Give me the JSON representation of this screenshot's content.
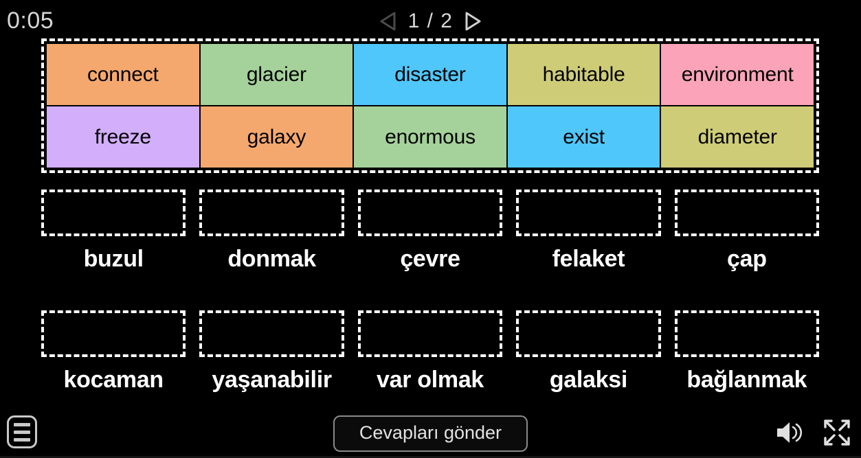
{
  "app": {
    "title": "Vocabulary matching activity",
    "background_color": "#000000"
  },
  "header": {
    "timer": "0:05",
    "pagination": {
      "current": 1,
      "total": 2,
      "display": "1 / 2",
      "prev_icon": "triangle-left-icon",
      "next_icon": "triangle-right-icon",
      "prev_enabled": false,
      "next_enabled": true
    }
  },
  "word_bank": {
    "tiles": [
      {
        "label": "connect",
        "color": "#F5A86E"
      },
      {
        "label": "glacier",
        "color": "#A5D29A"
      },
      {
        "label": "disaster",
        "color": "#4FC7FB"
      },
      {
        "label": "habitable",
        "color": "#CFCC77"
      },
      {
        "label": "environment",
        "color": "#FBA3B8"
      },
      {
        "label": "freeze",
        "color": "#D2AEFB"
      },
      {
        "label": "galaxy",
        "color": "#F5A86E"
      },
      {
        "label": "enormous",
        "color": "#A5D29A"
      },
      {
        "label": "exist",
        "color": "#4FC7FB"
      },
      {
        "label": "diameter",
        "color": "#CFCC77"
      }
    ]
  },
  "answers": {
    "row1": [
      {
        "label": "buzul",
        "dropped": ""
      },
      {
        "label": "donmak",
        "dropped": ""
      },
      {
        "label": "çevre",
        "dropped": ""
      },
      {
        "label": "felaket",
        "dropped": ""
      },
      {
        "label": "çap",
        "dropped": ""
      }
    ],
    "row2": [
      {
        "label": "kocaman",
        "dropped": ""
      },
      {
        "label": "yaşanabilir",
        "dropped": ""
      },
      {
        "label": "var olmak",
        "dropped": ""
      },
      {
        "label": "galaksi",
        "dropped": ""
      },
      {
        "label": "bağlanmak",
        "dropped": ""
      }
    ]
  },
  "footer": {
    "menu_icon": "hamburger-menu-icon",
    "submit_label": "Cevapları gönder",
    "sound_icon": "speaker-icon",
    "fullscreen_icon": "fullscreen-expand-icon"
  }
}
